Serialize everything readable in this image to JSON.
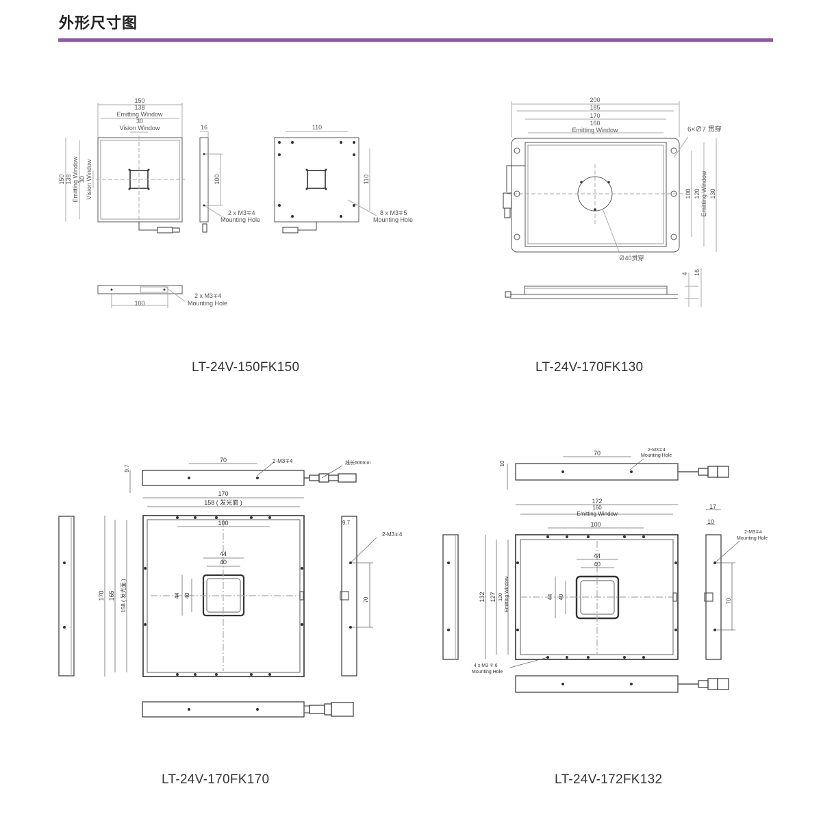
{
  "header": {
    "title": "外形尺寸图",
    "accent_color": "#8e5aa5"
  },
  "models": [
    {
      "name": "LT-24V-150FK150",
      "dims": {
        "w150": "150",
        "w138": "138",
        "emit": "Emitting Window",
        "w30": "30",
        "vision": "Vision Window",
        "side16": "16",
        "side100": "100",
        "holes_a": "2 x M3∓4",
        "mount": "Mounting Hole",
        "back110": "110",
        "back110v": "110",
        "holes_b": "8 x M3∓5",
        "h150": "150",
        "h138": "138",
        "h30": "30",
        "bot100": "100",
        "holes_c": "2 x M3∓4"
      }
    },
    {
      "name": "LT-24V-170FK130",
      "dims": {
        "w200": "200",
        "w185": "185",
        "w170": "170",
        "w160": "160",
        "emit": "Emitting Window",
        "holes": "6×∅7 贯穿",
        "h100": "100",
        "h120": "120",
        "h130": "130",
        "hole40": "∅40贯穿",
        "t4": "4",
        "t16": "16"
      }
    },
    {
      "name": "LT-24V-170FK170",
      "dims": {
        "t97": "9.7",
        "top70": "70",
        "m3": "2-M3∓4",
        "cable": "线长600mm",
        "w170": "170",
        "w158": "158 ( 发光面 )",
        "w100": "100",
        "w44": "44",
        "w40": "40",
        "h170": "170",
        "h165": "165",
        "h158": "158 ( 发光面 )",
        "h44": "44",
        "h40": "40",
        "r97": "9.7",
        "rm3": "2-M3∓4",
        "r70": "70"
      }
    },
    {
      "name": "LT-24V-172FK132",
      "dims": {
        "t10": "10",
        "top70": "70",
        "m3": "2-M3∓4",
        "mount": "Mounting Hole",
        "w172": "172",
        "w160": "160",
        "emit": "Emitting Window",
        "w100": "100",
        "w44": "44",
        "w40": "40",
        "h132": "132",
        "h127": "127",
        "h120": "120",
        "h44": "44",
        "h40": "40",
        "r17": "17",
        "r10": "10",
        "rm3": "2-M3∓4",
        "r70": "70",
        "holes4": "4 x M3 ∓ 6"
      }
    }
  ]
}
